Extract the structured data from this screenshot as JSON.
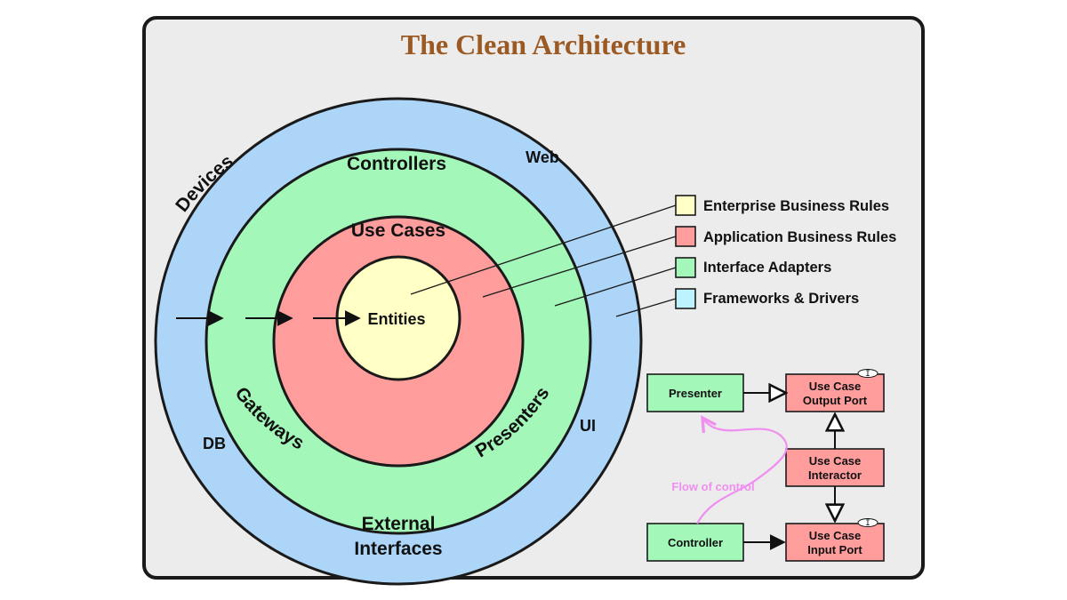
{
  "title": "The Clean Architecture",
  "rings": {
    "outer_labels": {
      "devices": "Devices",
      "web": "Web",
      "db": "DB",
      "ui": "UI",
      "external_line1": "External",
      "external_line2": "Interfaces"
    },
    "green_labels": {
      "controllers": "Controllers",
      "gateways": "Gateways",
      "presenters": "Presenters"
    },
    "red_labels": {
      "use_cases": "Use Cases"
    },
    "core_labels": {
      "entities": "Entities"
    }
  },
  "legend": [
    {
      "label": "Enterprise Business Rules",
      "color": "#ffffc6"
    },
    {
      "label": "Application Business Rules",
      "color": "#ff9d9d"
    },
    {
      "label": "Interface Adapters",
      "color": "#a3f7b9"
    },
    {
      "label": "Frameworks & Drivers",
      "color": "#bdf2ff"
    }
  ],
  "flow": {
    "presenter": "Presenter",
    "controller": "Controller",
    "output_port_line1": "Use Case",
    "output_port_line2": "Output Port",
    "interactor_line1": "Use Case",
    "interactor_line2": "Interactor",
    "input_port_line1": "Use Case",
    "input_port_line2": "Input Port",
    "interface_marker": "I",
    "flow_of_control": "Flow of control"
  },
  "colors": {
    "title": "#9b5a23",
    "frameworks_ring": "#acd5f8",
    "adapters_ring": "#a3f7b9",
    "application_ring": "#ff9d9d",
    "entities_core": "#ffffc6",
    "flow_of_control": "#ef8fef"
  }
}
